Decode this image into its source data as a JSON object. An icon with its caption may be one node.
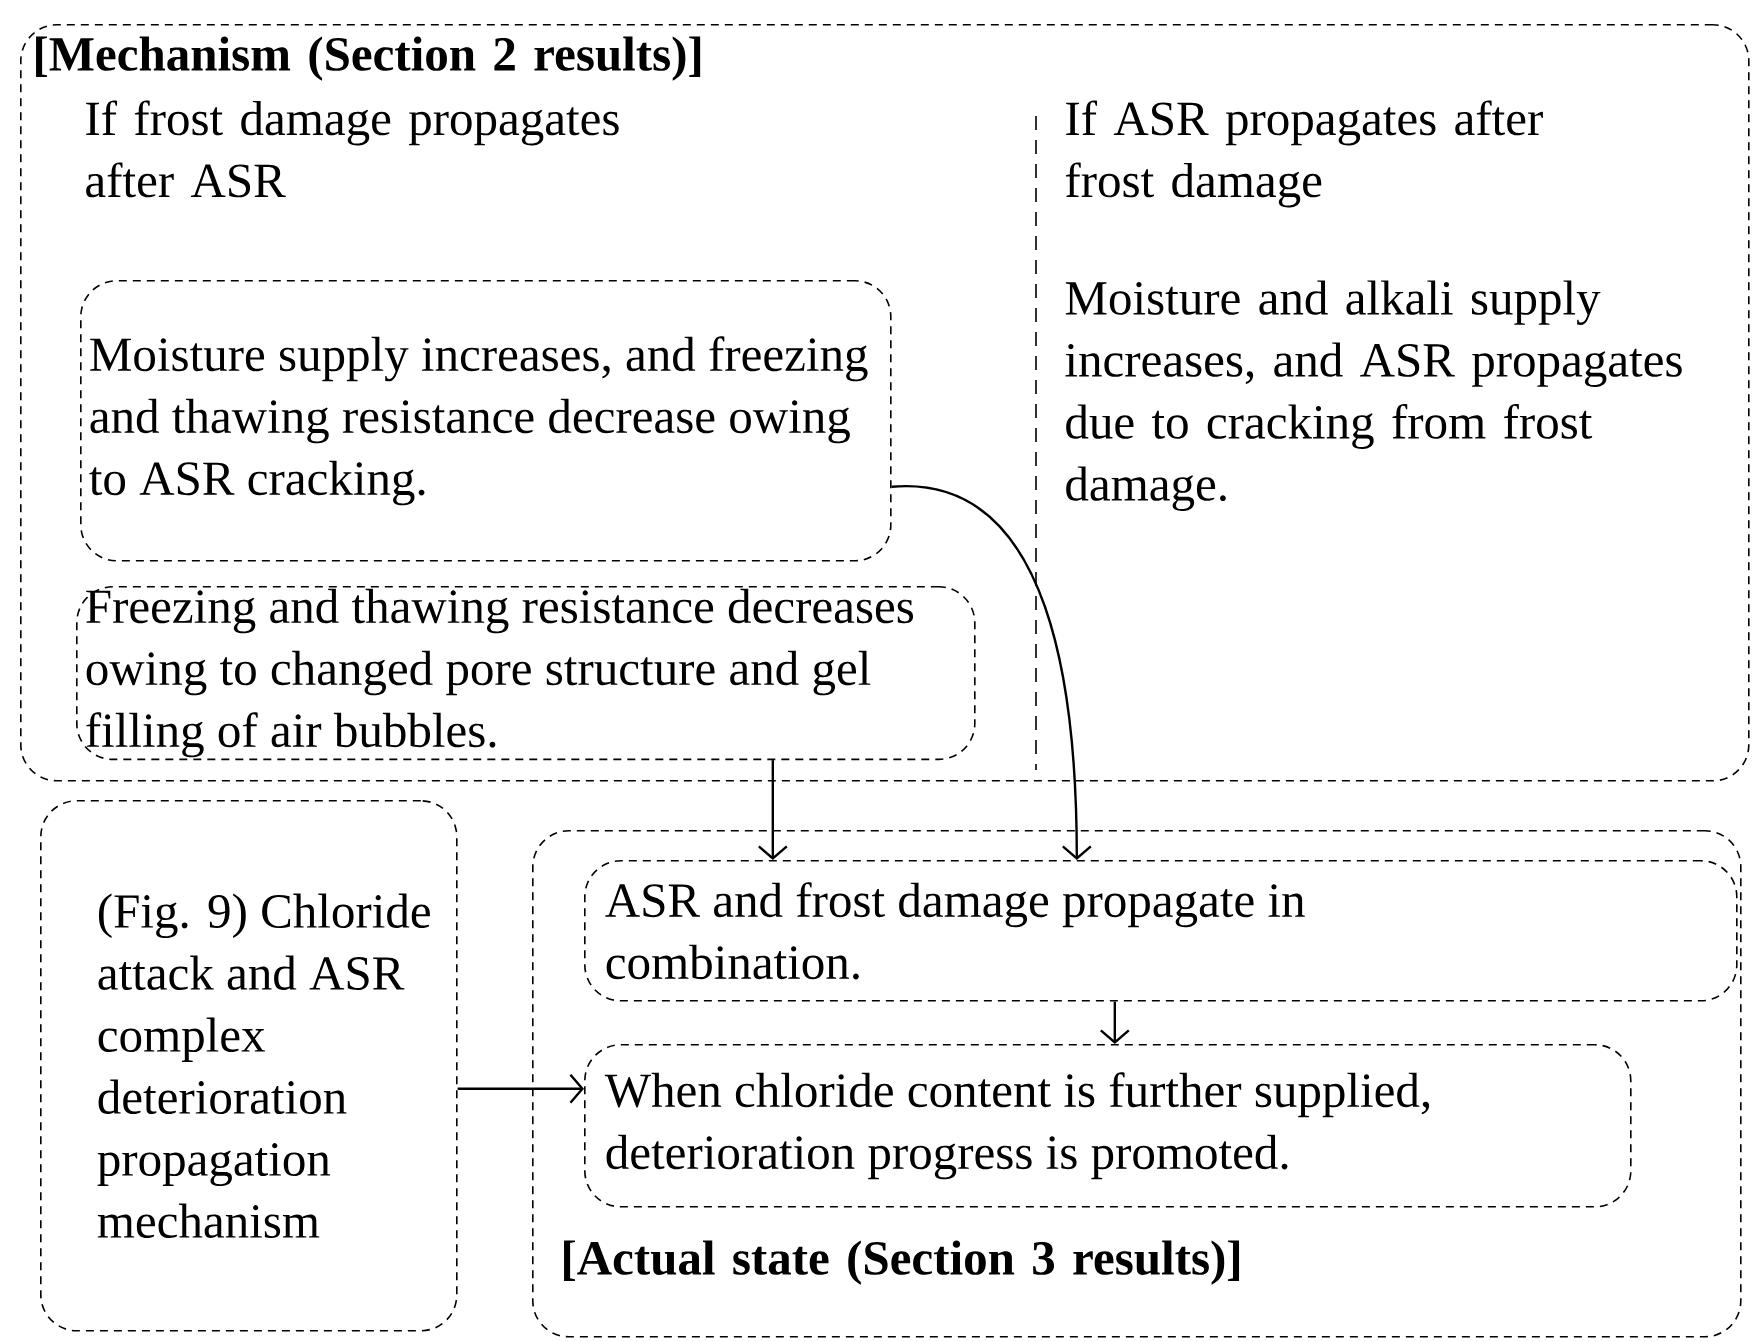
{
  "diagram": {
    "nodes": [
      {
        "text": [
          "[Mechanism (Section 2 results)]",
          "If frost damage propagates after ASR",
          "If ASR propagates after frost damage",
          "Moisture and alkali supply increases, and ASR propagates due to cracking from frost damage."
        ]
      },
      {
        "text": [
          "Moisture supply increases, and freezing and thawing resistance decrease owing to ASR cracking."
        ],
        "in": 0
      },
      {
        "text": [
          "Freezing and thawing resistance decreases owing to changed pore structure and gel filling of air bubbles."
        ],
        "in": 0
      },
      {
        "text": [
          "(Fig. 9) Chloride attack and ASR complex deterioration propagation mechanism"
        ]
      },
      {
        "text": [
          "[Actual state (Section 3 results)]"
        ]
      },
      {
        "text": [
          "ASR and frost damage propagate in combination."
        ],
        "in": 4
      },
      {
        "text": [
          "When chloride content is further supplied, deterioration progress is promoted."
        ],
        "in": 4
      }
    ],
    "edges": [
      {
        "from": 1,
        "to": 5,
        "arrow": "to"
      },
      {
        "from": 2,
        "to": 5,
        "arrow": "to"
      },
      {
        "from": 5,
        "to": 6,
        "arrow": "to"
      },
      {
        "from": 3,
        "to": 6,
        "arrow": "to"
      }
    ]
  }
}
